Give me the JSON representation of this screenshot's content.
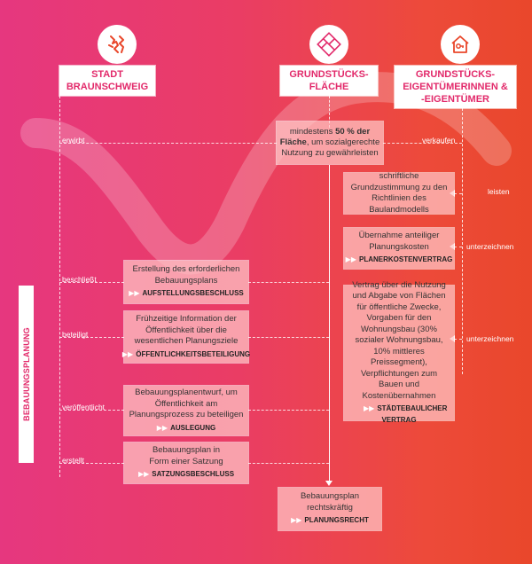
{
  "actors": {
    "city": {
      "icon": "city-coat-of-arms-icon",
      "label": "STADT\nBRAUNSCHWEIG"
    },
    "land": {
      "icon": "land-parcel-icon",
      "label": "GRUNDSTÜCKS-\nFLÄCHE"
    },
    "owners": {
      "icon": "house-key-icon",
      "label": "GRUNDSTÜCKS-\nEIGENTÜMERINNEN &\n-EIGENTÜMER"
    }
  },
  "side_label": "BEBAUUNGSPLANUNG",
  "top_flow": {
    "left_label": "erwirbt",
    "right_label": "verkaufen",
    "text_before": "mindestens ",
    "text_bold": "50 % der Fläche",
    "text_after": ", um sozialgerechte Nutzung zu gewährleisten"
  },
  "owner_steps": [
    {
      "label": "leisten",
      "text": "schriftliche Grundzustimmung zu den Richtlinien des Baulandmodells",
      "tag": ""
    },
    {
      "label": "unterzeichnen",
      "text": "Übernahme anteiliger Planungskosten",
      "tag": "PLANERKOSTENVERTRAG"
    },
    {
      "label": "unterzeichnen",
      "text": "Vertrag über die Nutzung und Abgabe von Flächen für öffentliche Zwecke, Vorgaben für den Wohnungsbau (30% sozialer Wohnungsbau, 10% mittleres Preissegment), Verpflichtungen zum Bauen und Kostenübernahmen",
      "tag": "STÄDTEBAULICHER VERTRAG"
    }
  ],
  "city_steps": [
    {
      "label": "beschließt",
      "text": "Erstellung des erforderlichen Bebauungsplans",
      "tag": "AUFSTELLUNGSBESCHLUSS"
    },
    {
      "label": "beteiligt",
      "text": "Frühzeitige Information der Öffentlichkeit über die wesentlichen Planungsziele",
      "tag": "ÖFFENTLICHKEITSBETEILIGUNG"
    },
    {
      "label": "veröffentlicht",
      "text": "Bebauungsplanentwurf, um Öffentlichkeit am Planungsprozess zu beteiligen",
      "tag": "AUSLEGUNG"
    },
    {
      "label": "erstellt",
      "text": "Bebauungsplan in Form einer Satzung",
      "tag": "SATZUNGSBESCHLUSS"
    }
  ],
  "final": {
    "text": "Bebauungsplan rechtskräftig",
    "tag": "PLANUNGSRECHT"
  },
  "colors": {
    "accent": "#e2296a",
    "box": "#f7b8b6"
  }
}
